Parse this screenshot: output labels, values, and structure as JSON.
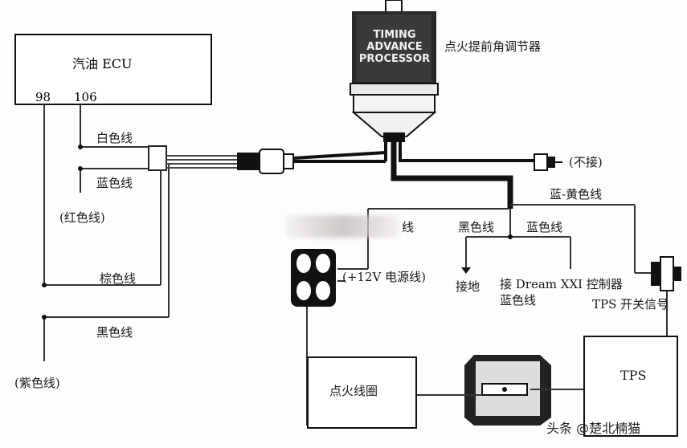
{
  "ecu": {
    "title": "汽油 ECU",
    "pin_98": "98",
    "pin_106": "106"
  },
  "tap": {
    "line1": "TIMING",
    "line2": "ADVANCE",
    "line3": "PROCESSOR",
    "caption": "点火提前角调节器"
  },
  "wires": {
    "white": "白色线",
    "blue": "蓝色线",
    "red": "(红色线)",
    "brown": "棕色线",
    "black": "黑色线",
    "purple": "(紫色线)",
    "not_connected": "(不接)",
    "blue_yellow": "蓝-黄色线",
    "black2": "黑色线",
    "blue2": "蓝色线",
    "partial_wire": "线",
    "power_12v": "(+12V 电源线)",
    "ground": "接地",
    "dream_line1": "接 Dream XXI 控制器",
    "dream_line2": "蓝色线",
    "tps_signal": "TPS 开关信号"
  },
  "coil": {
    "label": "点火线圈"
  },
  "tps": {
    "label": "TPS"
  },
  "watermark": "头条 @楚北楠猫"
}
